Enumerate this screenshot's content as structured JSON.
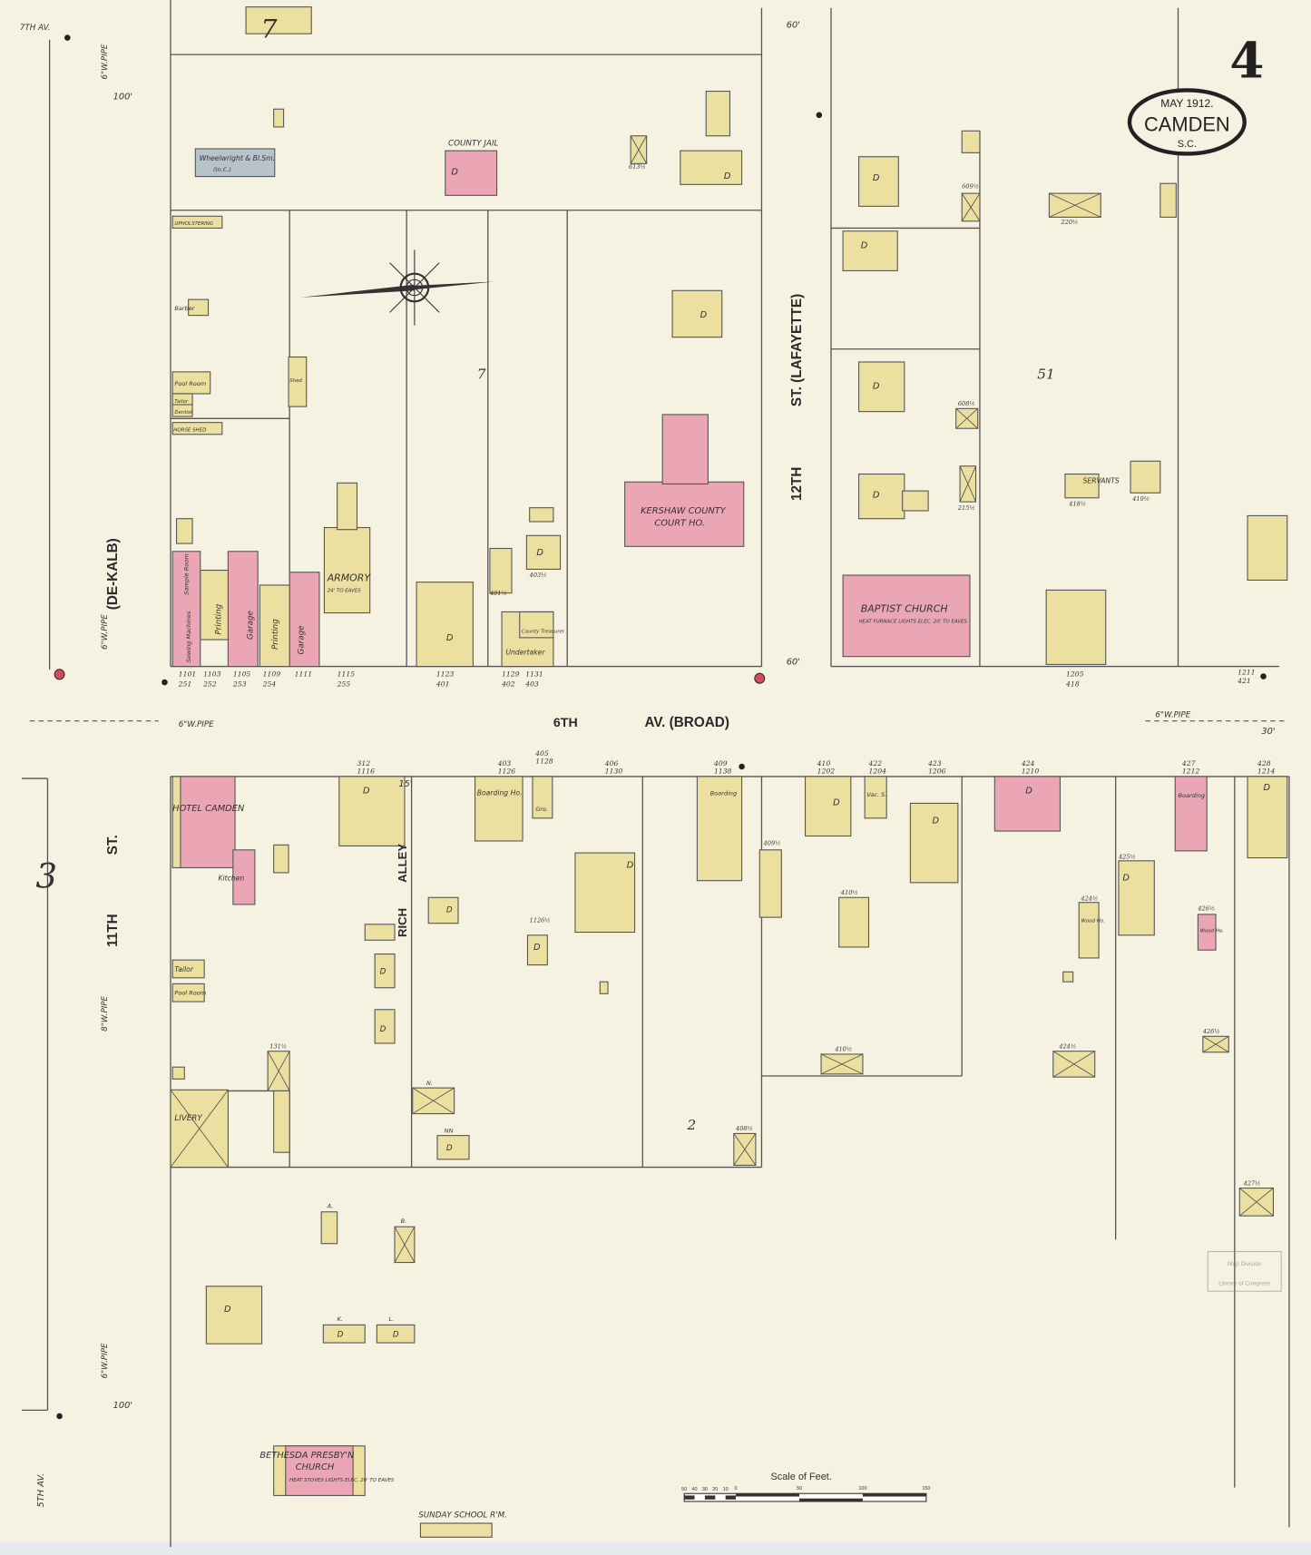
{
  "sheet": {
    "number": "4",
    "cartouche": {
      "date": "MAY 1912.",
      "city": "CAMDEN",
      "state": "S.C."
    },
    "scale": {
      "title": "Scale of Feet.",
      "ticks": [
        "50",
        "40",
        "30",
        "20",
        "10",
        "0",
        "50",
        "100",
        "150"
      ]
    },
    "stamp": [
      "Map Division",
      "Library of Congress"
    ]
  },
  "colors": {
    "paper": "#f6f2e1",
    "frame_brick": "#ece0a0",
    "brick": "#eaa6b4",
    "iron_clad": "#b7c3cb",
    "margin": "#e6e9ee"
  },
  "streets": {
    "broad_number": "6TH",
    "broad_name": "AV. (BROAD)",
    "twelfth_a": "12TH",
    "twelfth_b": "ST. (LAFAYETTE)",
    "eleventh_a": "11TH",
    "eleventh_b": "ST.",
    "dekalb": "(DE-KALB)",
    "rich_alley_a": "RICH",
    "rich_alley_b": "ALLEY",
    "seventh_av": "7TH AV.",
    "fifth_av": "5TH AV."
  },
  "block_numbers": {
    "a": "7",
    "b": "7",
    "c": "51",
    "d": "2"
  },
  "adjacent_sheet": "3",
  "pipes": {
    "broad_w": "6\"W.PIPE",
    "broad_e": "6\"W.PIPE",
    "eleventh_n": "6\"W.PIPE",
    "eleventh_mid": "6\"W.PIPE",
    "eleventh_s1": "8\"W.PIPE",
    "eleventh_s2": "6\"W.PIPE"
  },
  "labels": {
    "wheelwright": "Wheelwright & Bl.Sm.",
    "wheelwright_note": "(In.C.)",
    "county_jail": "COUNTY JAIL",
    "upholstering": "UPHOLSTERING",
    "barber": "Barber",
    "pool_room_n": "Pool Room",
    "tailor_n": "Tailor",
    "dentist": "Dentist",
    "horse_shed": "HORSE SHED",
    "shed": "Shed",
    "courthouse": "KERSHAW COUNTY",
    "courthouse2": "COURT HO.",
    "armory": "ARMORY",
    "armory_note": "24' TO EAVES",
    "garage1": "Garage",
    "garage2": "Garage",
    "printing1": "Printing",
    "printing2": "Printing",
    "sample_room": "Sample Room",
    "sewing": "Sewing Machines",
    "undertaker": "Undertaker",
    "county_treasurer": "County Treasurer",
    "baptist": "BAPTIST CHURCH",
    "baptist_note": "HEAT FURNACE LIGHTS ELEC. 20' TO EAVES",
    "servants": "SERVANTS",
    "hotel": "HOTEL CAMDEN",
    "kitchen": "Kitchen",
    "tailor_s": "Tailor",
    "pool_room_s": "Pool Room",
    "livery": "LIVERY",
    "boarding1": "Boarding Ho.",
    "boarding2": "Boarding",
    "boarding3": "Boarding",
    "grocery": "Gro.",
    "vac": "Vac. S.",
    "wood_ho1": "Wood Ho.",
    "wood_ho2": "Wood Ho.",
    "bethesda": "BETHESDA PRESBY'N",
    "bethesda2": "CHURCH",
    "bethesda_note": "HEAT STOVES LIGHTS ELEC. 20' TO EAVES",
    "sunday_school": "SUNDAY SCHOOL R'M.",
    "d": "D",
    "n": "N.",
    "nn": "NN",
    "a": "A.",
    "b": "B.",
    "k": "K.",
    "l": "L."
  },
  "addresses": {
    "a1101": "1101",
    "a251": "251",
    "a1103": "1103",
    "a252": "252",
    "a1105": "1105",
    "a253": "253",
    "a1109": "1109",
    "a254": "254",
    "a1111": "1111",
    "a1115": "1115",
    "a255": "255",
    "a1123": "1123",
    "a401": "401",
    "a1129": "1129",
    "a402": "402",
    "a1131": "1131",
    "a403": "403",
    "a1205": "1205",
    "a418": "418",
    "a1211": "1211",
    "a421": "421",
    "a312": "312",
    "a1116": "1116",
    "a403s": "403",
    "a1126": "1126",
    "a405": "405",
    "a1128": "1128",
    "a406": "406",
    "a1130": "1130",
    "a409": "409",
    "a1138": "1138",
    "a410": "410",
    "a1202": "1202",
    "a422": "422",
    "a1204": "1204",
    "a423": "423",
    "a1206": "1206",
    "a424": "424",
    "a1210": "1210",
    "a427": "427",
    "a1212": "1212",
    "a428": "428",
    "a1214": "1214",
    "a613": "613½",
    "a220": "220½",
    "a609": "609½",
    "a608": "608½",
    "a215": "215½",
    "a418h": "418½",
    "a419": "419½",
    "a409h": "409½",
    "a410h": "410½",
    "a424h": "424½",
    "a425": "425½",
    "a426": "426½",
    "a426b": "426½",
    "a410b": "410½",
    "a424b": "424½",
    "a408": "408½",
    "a427h": "427½",
    "a401h": "401½",
    "a403h": "403½",
    "a1126h": "1126½",
    "a131": "131½"
  },
  "dimensions": {
    "d60a": "60'",
    "d60b": "60'",
    "d100a": "100'",
    "d100b": "100'",
    "d15": "15'",
    "d30": "30'"
  }
}
